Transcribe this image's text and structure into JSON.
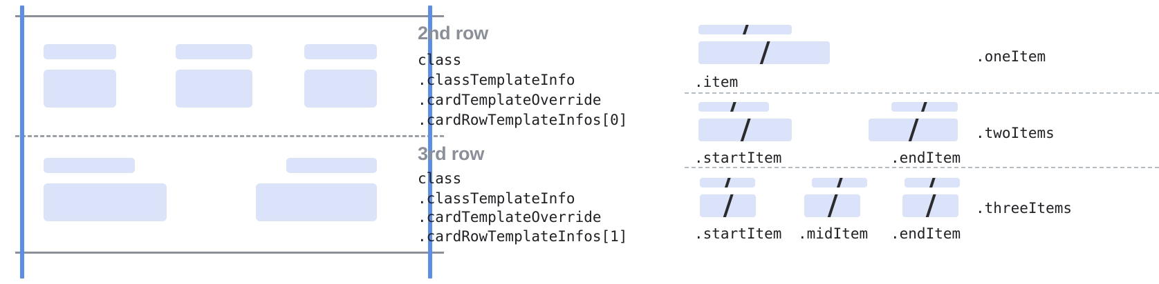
{
  "diagram": {
    "accent_blue": "#5b8def",
    "block_fill": "#dbe3fa",
    "rule_gray": "#8a8f98",
    "dash_gray": "#9aa0a6"
  },
  "rows": [
    {
      "title": "2nd row",
      "code_lines": [
        "class",
        ".classTemplateInfo",
        ".cardTemplateOverride",
        ".cardRowTemplateInfos[0]"
      ]
    },
    {
      "title": "3rd row",
      "code_lines": [
        "class",
        ".classTemplateInfo",
        ".cardTemplateOverride",
        ".cardRowTemplateInfos[1]"
      ]
    }
  ],
  "layouts": [
    {
      "group_label": ".oneItem",
      "items": [
        {
          "label": ".item"
        }
      ]
    },
    {
      "group_label": ".twoItems",
      "items": [
        {
          "label": ".startItem"
        },
        {
          "label": ".endItem"
        }
      ]
    },
    {
      "group_label": ".threeItems",
      "items": [
        {
          "label": ".startItem"
        },
        {
          "label": ".midItem"
        },
        {
          "label": ".endItem"
        }
      ]
    }
  ]
}
